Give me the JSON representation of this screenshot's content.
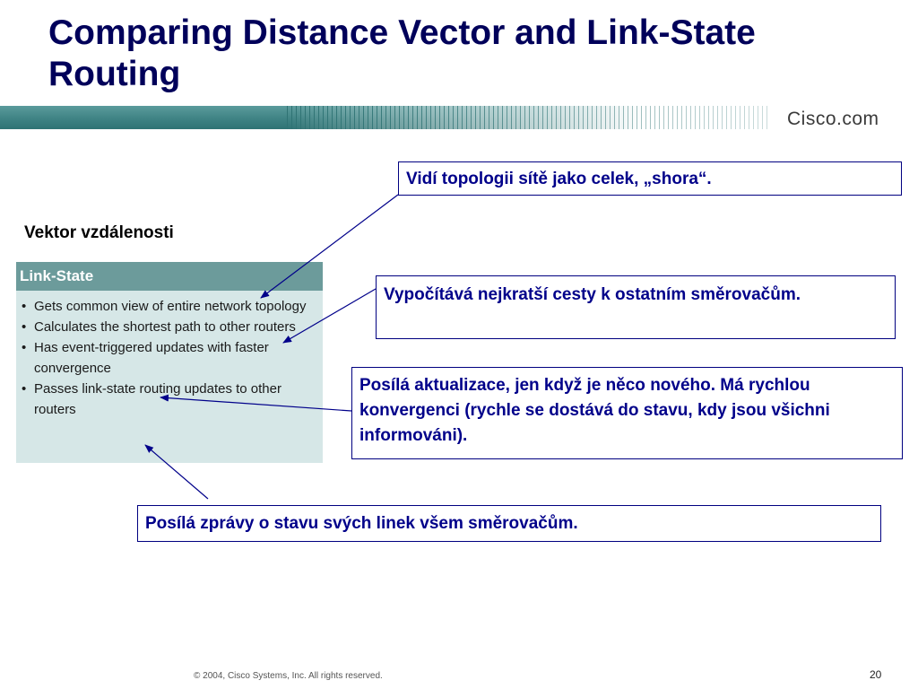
{
  "slide": {
    "title_line1": "Comparing Distance Vector and Link-State",
    "title_line2": "Routing",
    "brand": "Cisco.com",
    "section_label": "Vektor vzdálenosti"
  },
  "link_state_panel": {
    "header": "Link-State",
    "items": [
      "Gets common view of entire network topology",
      "Calculates the shortest path to other routers",
      "Has event-triggered updates with faster convergence",
      "Passes link-state routing updates to other routers"
    ]
  },
  "callouts": {
    "topology": "Vidí topologii sítě jako celek, „shora“.",
    "shortest_path": "Vypočítává nejkratší cesty k ostatním směrovačům.",
    "event_updates": "Posílá aktualizace, jen když je něco nového. Má rychlou konvergenci (rychle se dostává do stavu, kdy jsou všichni informováni).",
    "link_state_updates": "Posílá zprávy o stavu svých linek všem směrovačům."
  },
  "footer": {
    "copyright": "© 2004, Cisco Systems, Inc. All rights reserved.",
    "page_number": "20"
  },
  "colors": {
    "title": "#00005a",
    "callout_text": "#00008a",
    "callout_border": "#000080",
    "panel_header": "#6c9b9b",
    "panel_body": "#d6e7e7",
    "band": "#3f8384"
  }
}
